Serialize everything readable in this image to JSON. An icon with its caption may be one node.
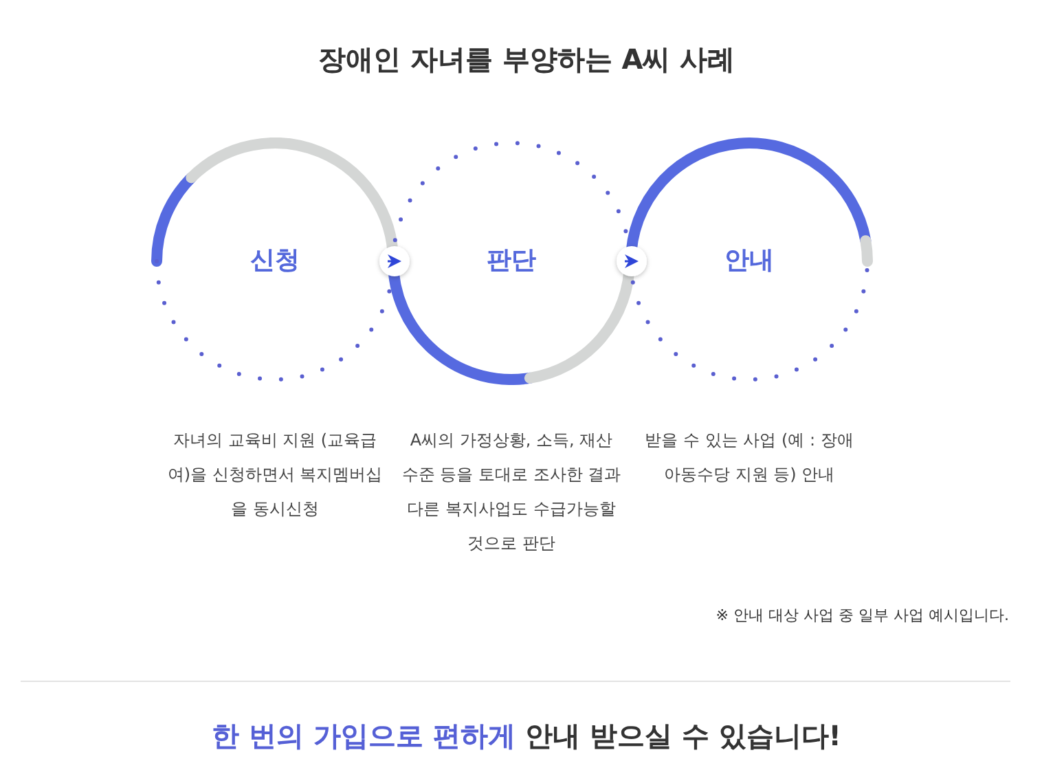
{
  "diagram": {
    "title": "장애인 자녀를 부양하는 A씨 사례",
    "nodes": [
      {
        "text": [
          "신청"
        ],
        "beside": [
          "자녀의 교육비 지원 (교육급여)을 신청하면서 복지멤버십을 동시신청"
        ]
      },
      {
        "text": [
          "판단"
        ],
        "beside": [
          "A씨의 가정상황, 소득, 재산 수준 등을 토대로 조사한 결과 다른 복지사업도 수급가능할 것으로 판단"
        ]
      },
      {
        "text": [
          "안내"
        ],
        "beside": [
          "받을 수 있는 사업 (예 : 장애아동수당 지원 등) 안내"
        ]
      }
    ],
    "edges": [
      {
        "from": 0,
        "to": 1,
        "arrow": "to"
      },
      {
        "from": 1,
        "to": 2,
        "arrow": "to"
      }
    ],
    "labels": [
      "※ 안내 대상 사업 중 일부 사업 예시입니다.",
      "한 번의 가입으로 편하게",
      "안내 받으실 수 있습니다!"
    ]
  }
}
